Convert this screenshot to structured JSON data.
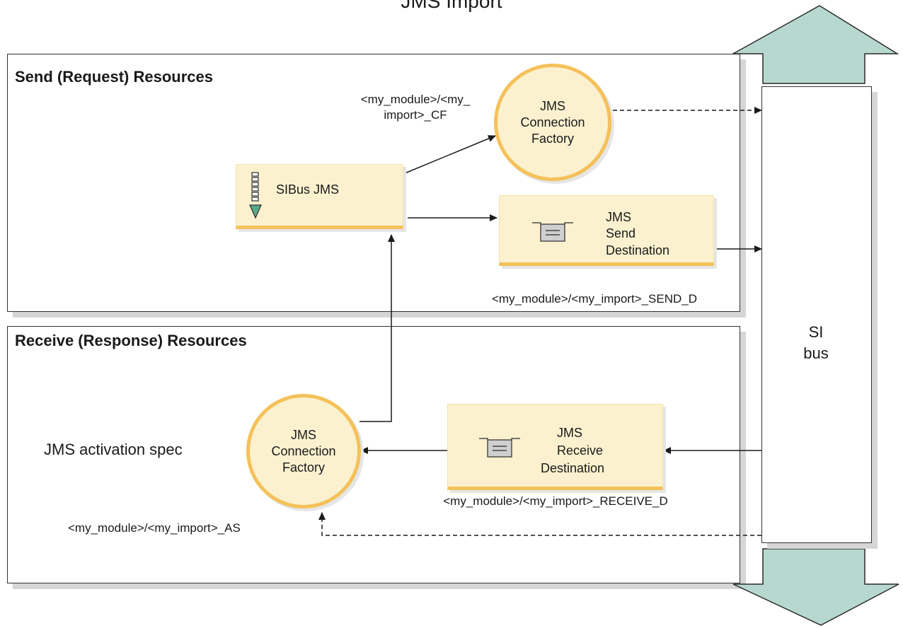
{
  "title": "JMS Import",
  "send_panel": {
    "title": "Send (Request) Resources",
    "cf_name": "<my_module>/<my_\nimport>_CF",
    "connection_factory": "JMS\nConnection\nFactory",
    "sibus_label": "SIBus JMS",
    "send_destination": {
      "line1": "JMS",
      "line2": "Send",
      "line3": "Destination"
    },
    "send_dest_name": "<my_module>/<my_import>_SEND_D"
  },
  "receive_panel": {
    "title": "Receive (Response) Resources",
    "activation_spec_label": "JMS activation spec",
    "connection_factory": "JMS\nConnection\nFactory",
    "receive_destination": {
      "line1": "JMS",
      "line2": "Receive",
      "line3": "Destination"
    },
    "receive_dest_name": "<my_module>/<my_import>_RECEIVE_D",
    "as_name": "<my_module>/<my_import>_AS"
  },
  "bus": {
    "label": "SI\nbus"
  },
  "colors": {
    "box_fill": "#fbf1cf",
    "box_accent": "#f4c15a",
    "bus_arrow": "#b7d8cf",
    "sibus_icon_arrow": "#5aa88a"
  }
}
